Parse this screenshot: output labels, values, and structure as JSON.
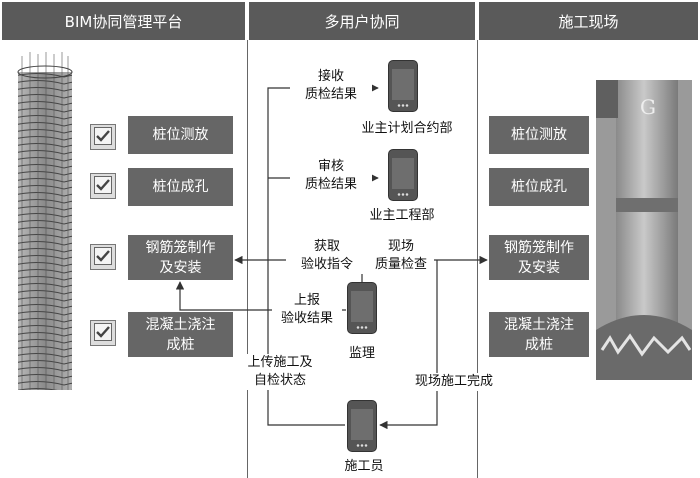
{
  "headers": {
    "bim": "BIM协同管理平台",
    "multi": "多用户协同",
    "site": "施工现场"
  },
  "bim_steps": [
    "桩位测放",
    "桩位成孔",
    "钢筋笼制作\n及安装",
    "混凝土浇注\n成桩"
  ],
  "site_steps": [
    "桩位测放",
    "桩位成孔",
    "钢筋笼制作\n及安装",
    "混凝土浇注\n成桩"
  ],
  "pile_photo_text": "G",
  "devices": {
    "owner_contract": "业主计划合约部",
    "owner_engineering": "业主工程部",
    "supervisor": "监理",
    "constructor": "施工员"
  },
  "labels": {
    "receive_results": "接收\n质检结果",
    "review_results": "审核\n质检结果",
    "get_instruction": "获取\n验收指令",
    "site_quality_check": "现场\n质量检查",
    "report_results": "上报\n验收结果",
    "upload_status": "上传施工及\n自检状态",
    "site_done": "现场施工完成"
  },
  "colors": {
    "header": "#5a5a5a",
    "step_box": "#666666",
    "line": "#333333"
  }
}
